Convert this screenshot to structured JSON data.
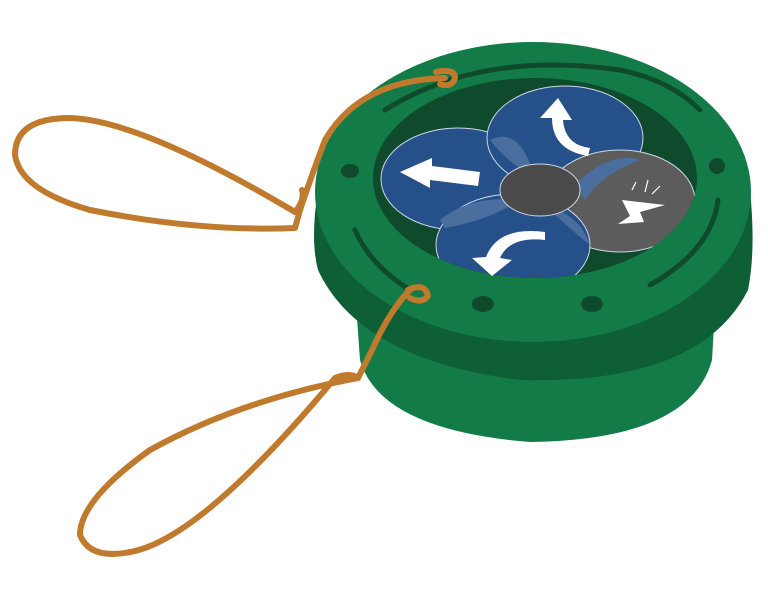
{
  "illustration": {
    "subject": "controller-device-with-lanyard",
    "colors": {
      "body": "#137b48",
      "body_shadow": "#0e5e36",
      "inner_well": "#0f4a2c",
      "button_blue": "#26508a",
      "button_overlap": "#4a6f9e",
      "button_gray": "#5c5c5c",
      "hub": "#4a4a4a",
      "cord": "#c07a2e",
      "arrow": "#ffffff"
    },
    "buttons": [
      {
        "icon": "arrow-left-icon",
        "color": "blue"
      },
      {
        "icon": "turn-arrow-up-icon",
        "color": "blue"
      },
      {
        "icon": "lightning-icon",
        "color": "gray"
      },
      {
        "icon": "turn-arrow-down-icon",
        "color": "blue"
      }
    ]
  }
}
